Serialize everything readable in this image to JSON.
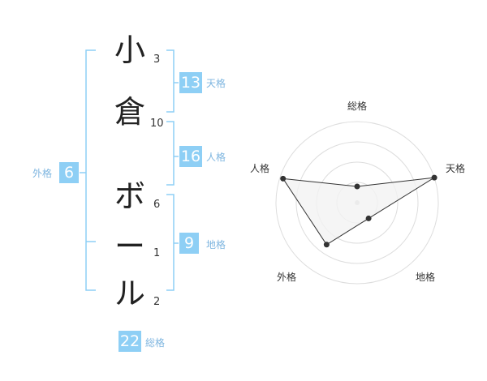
{
  "name": {
    "characters": [
      {
        "char": "小",
        "strokes": "3"
      },
      {
        "char": "倉",
        "strokes": "10"
      },
      {
        "char": "ボ",
        "strokes": "6"
      },
      {
        "char": "ー",
        "strokes": "1"
      },
      {
        "char": "ル",
        "strokes": "2"
      }
    ]
  },
  "fortune": {
    "tenkaku": {
      "value": "13",
      "label": "天格"
    },
    "jinkaku": {
      "value": "16",
      "label": "人格"
    },
    "chikaku": {
      "value": "9",
      "label": "地格"
    },
    "gaikaku": {
      "value": "6",
      "label": "外格"
    },
    "soukaku": {
      "value": "22",
      "label": "総格"
    }
  },
  "colors": {
    "accent": "#8ecff5",
    "bracket": "#8ecff5",
    "label": "#7fb6e0",
    "radar_fill": "#f2f2f2",
    "radar_grid": "#dddddd"
  },
  "chart_data": {
    "type": "radar",
    "axes": [
      "総格",
      "天格",
      "地格",
      "外格",
      "人格"
    ],
    "values": [
      1,
      5,
      1.2,
      3.2,
      4.8
    ],
    "rmax": 5,
    "rings": 4,
    "grid": true
  }
}
